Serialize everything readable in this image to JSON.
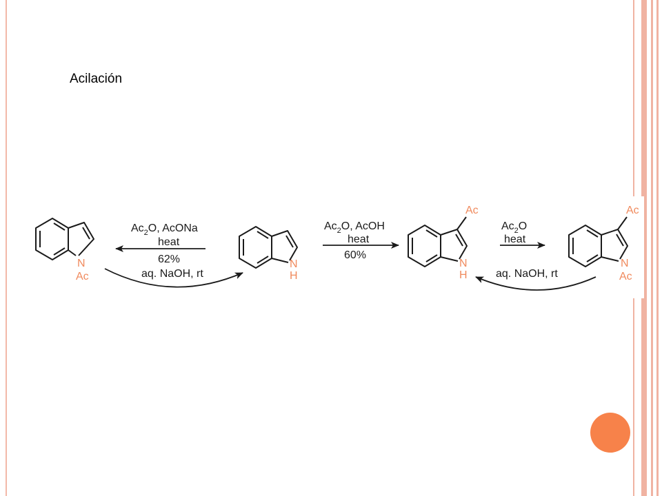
{
  "slide": {
    "title": "Acilación"
  },
  "scheme": {
    "compound_1": {
      "n_label": "N",
      "substituent": "Ac"
    },
    "compound_2": {
      "n_label": "N",
      "h_label": "H"
    },
    "compound_3": {
      "top_substituent": "Ac",
      "n_label": "N",
      "h_label": "H"
    },
    "compound_4": {
      "top_substituent": "Ac",
      "n_label": "N",
      "substituent": "Ac"
    },
    "arrow_2_to_1": {
      "reagent_a": "Ac",
      "reagent_a_sub": "2",
      "reagent_b": "O, AcONa",
      "line2": "heat",
      "yield": "62%"
    },
    "arrow_1_to_2": {
      "conditions": "aq. NaOH, rt"
    },
    "arrow_2_to_3": {
      "reagent_a": "Ac",
      "reagent_a_sub": "2",
      "reagent_b": "O, AcOH",
      "line2": "heat",
      "yield": "60%"
    },
    "arrow_3_to_4": {
      "reagent_a": "Ac",
      "reagent_a_sub": "2",
      "reagent_b": "O",
      "line2": "heat"
    },
    "arrow_4_to_3": {
      "conditions": "aq. NaOH, rt"
    }
  },
  "colors": {
    "heteroatom_accent": "#f08a5d",
    "frame_accent": "#f2b8a8",
    "dot_accent": "#f7824a",
    "bond": "#1a1a1a"
  }
}
